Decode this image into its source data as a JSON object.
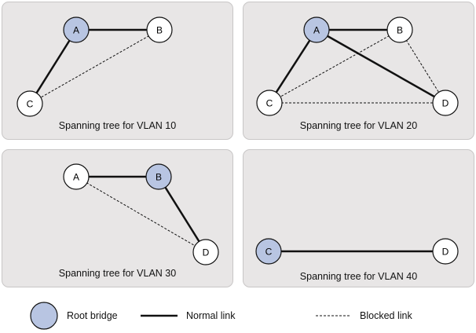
{
  "colors": {
    "root": "#b8c5e2",
    "node": "#ffffff",
    "panel": "#e8e6e6",
    "stroke": "#111111"
  },
  "panels": [
    {
      "caption": "Spanning tree for VLAN 10",
      "root": "A",
      "nodes": [
        "A",
        "B",
        "C"
      ],
      "normal_links": [
        [
          "A",
          "B"
        ],
        [
          "A",
          "C"
        ]
      ],
      "blocked_links": [
        [
          "B",
          "C"
        ]
      ]
    },
    {
      "caption": "Spanning tree for VLAN 20",
      "root": "A",
      "nodes": [
        "A",
        "B",
        "C",
        "D"
      ],
      "normal_links": [
        [
          "A",
          "B"
        ],
        [
          "A",
          "C"
        ],
        [
          "A",
          "D"
        ]
      ],
      "blocked_links": [
        [
          "B",
          "C"
        ],
        [
          "B",
          "D"
        ],
        [
          "C",
          "D"
        ]
      ]
    },
    {
      "caption": "Spanning tree for VLAN 30",
      "root": "B",
      "nodes": [
        "A",
        "B",
        "D"
      ],
      "normal_links": [
        [
          "A",
          "B"
        ],
        [
          "B",
          "D"
        ]
      ],
      "blocked_links": [
        [
          "A",
          "D"
        ]
      ]
    },
    {
      "caption": "Spanning tree for VLAN 40",
      "root": "C",
      "nodes": [
        "C",
        "D"
      ],
      "normal_links": [
        [
          "C",
          "D"
        ]
      ],
      "blocked_links": []
    }
  ],
  "legend": {
    "root_label": "Root bridge",
    "normal_label": "Normal link",
    "blocked_label": "Blocked link"
  }
}
